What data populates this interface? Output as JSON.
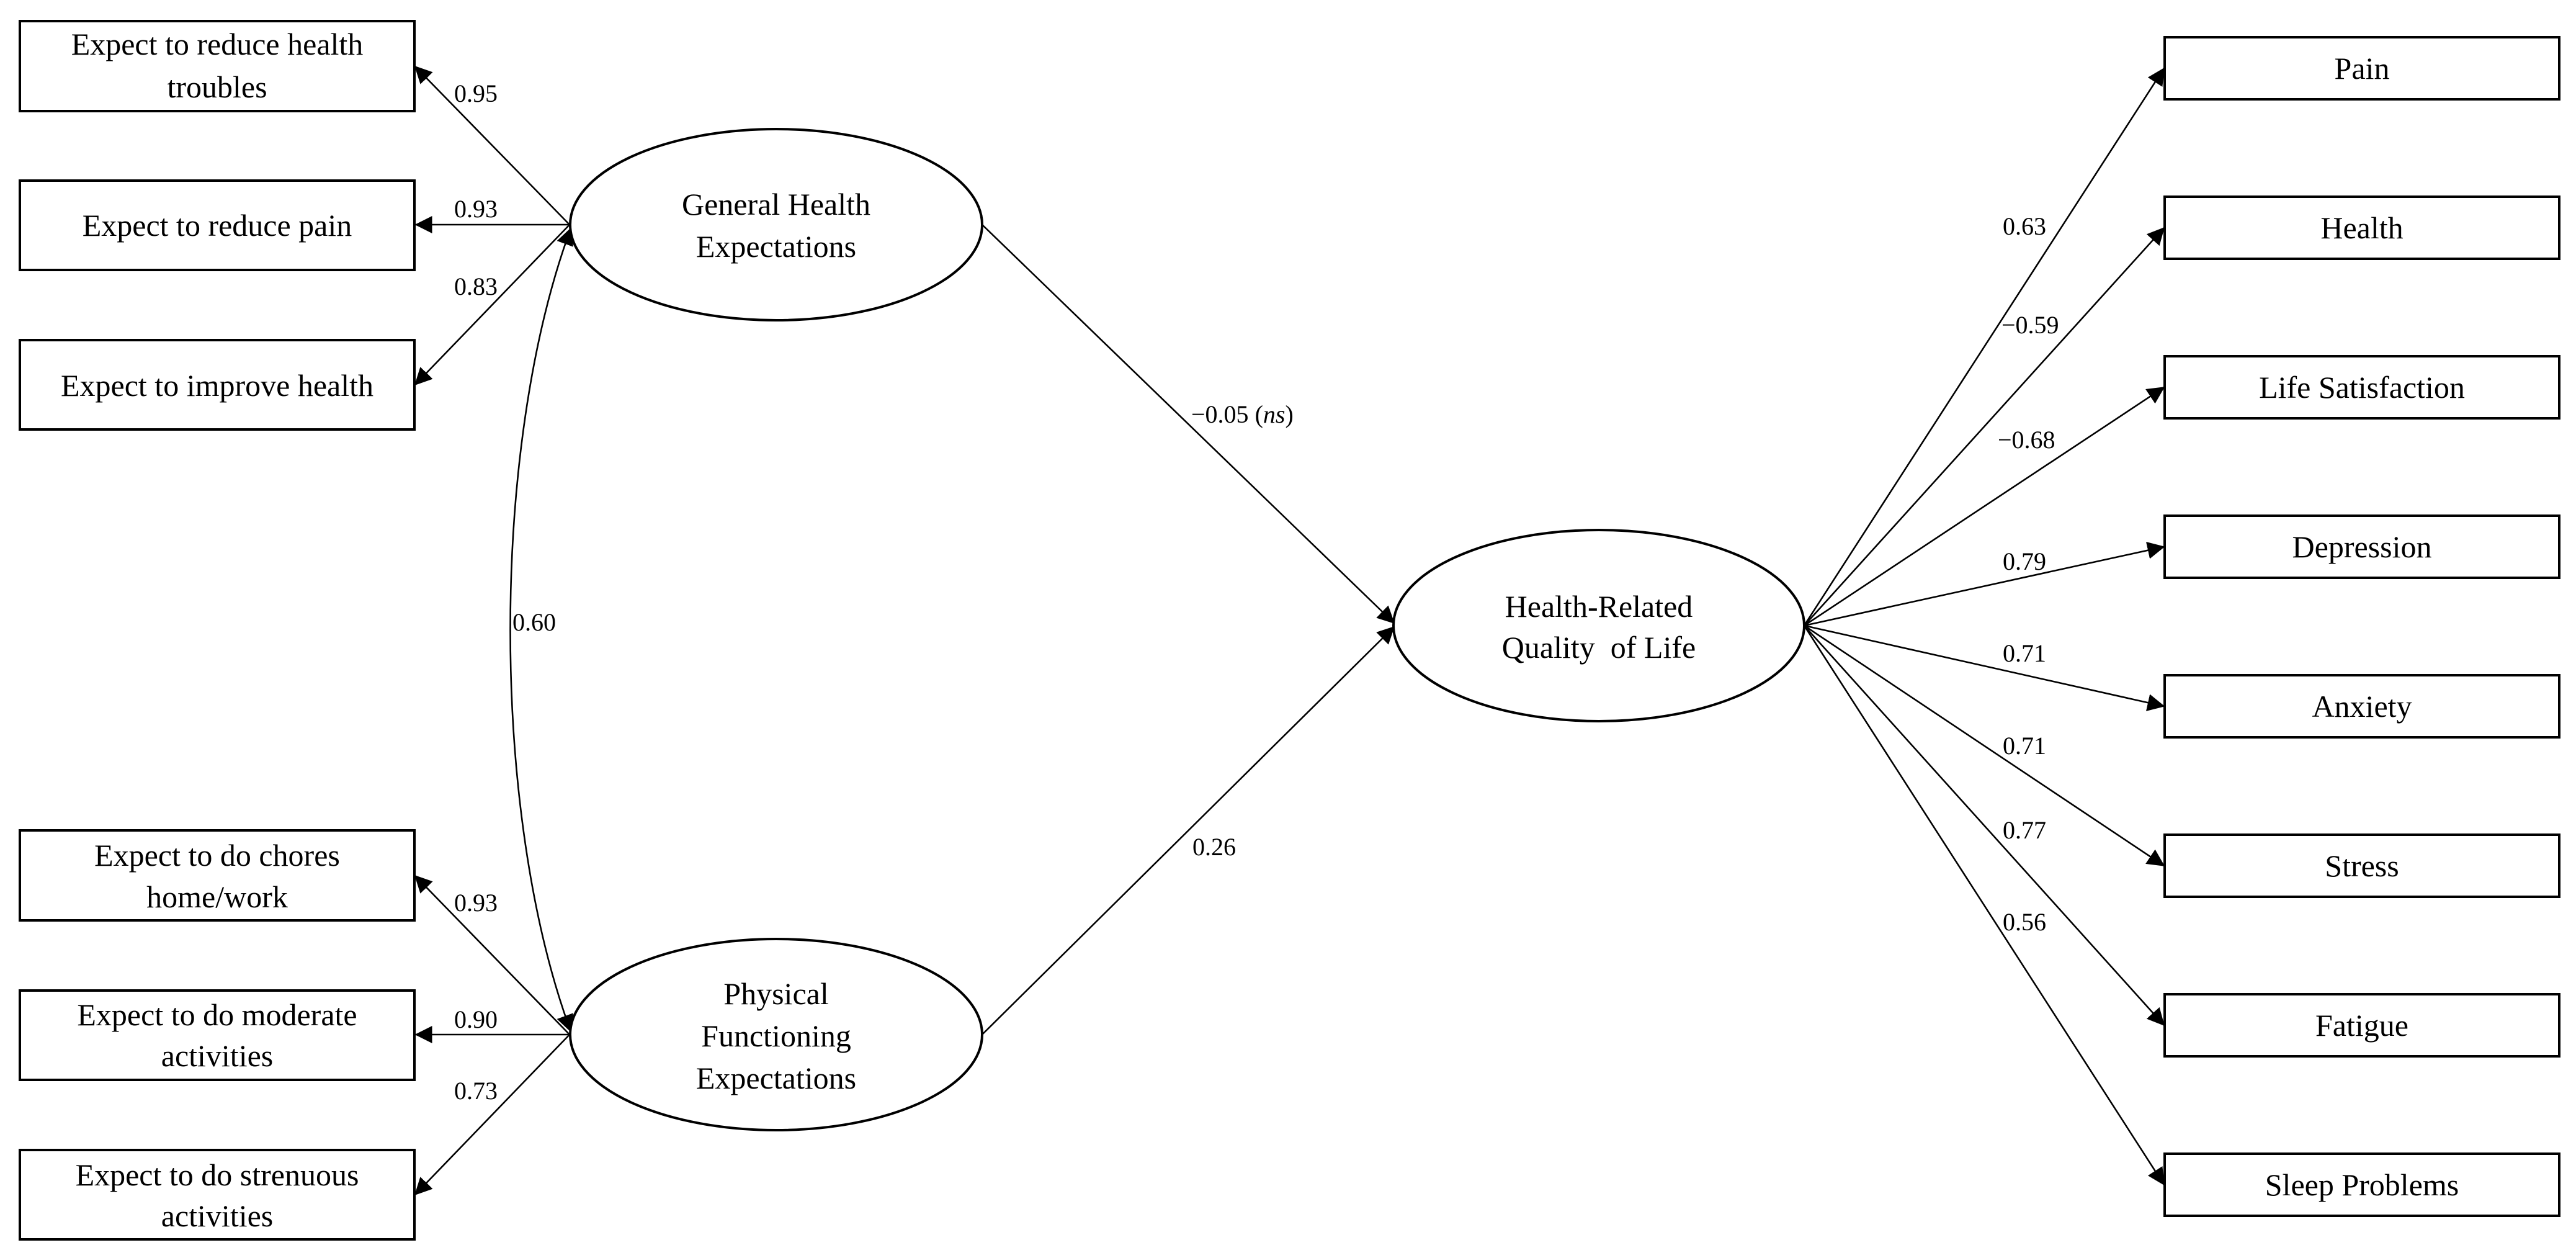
{
  "colors": {
    "ink": "#000000",
    "background": "#ffffff"
  },
  "latent": {
    "ghe": [
      "General Health",
      "Expectations"
    ],
    "pfe": [
      "Physical",
      "Functioning",
      "Expectations"
    ],
    "hrql": [
      "Health-Related",
      "Quality  of Life"
    ]
  },
  "indicators": {
    "ghe": [
      {
        "lines": [
          "Expect to reduce health",
          "troubles"
        ],
        "loading": "0.95"
      },
      {
        "lines": [
          "Expect to reduce pain"
        ],
        "loading": "0.93"
      },
      {
        "lines": [
          "Expect to improve health"
        ],
        "loading": "0.83"
      }
    ],
    "pfe": [
      {
        "lines": [
          "Expect to do chores",
          "home/work"
        ],
        "loading": "0.93"
      },
      {
        "lines": [
          "Expect to do moderate",
          "activities"
        ],
        "loading": "0.90"
      },
      {
        "lines": [
          "Expect to do strenuous",
          "activities"
        ],
        "loading": "0.73"
      }
    ],
    "hrql": [
      {
        "lines": [
          "Pain"
        ],
        "loading": "0.63"
      },
      {
        "lines": [
          "Health"
        ],
        "loading": "−0.59"
      },
      {
        "lines": [
          "Life Satisfaction"
        ],
        "loading": "−0.68"
      },
      {
        "lines": [
          "Depression"
        ],
        "loading": "0.79"
      },
      {
        "lines": [
          "Anxiety"
        ],
        "loading": "0.71"
      },
      {
        "lines": [
          "Stress"
        ],
        "loading": "0.71"
      },
      {
        "lines": [
          "Fatigue"
        ],
        "loading": "0.77"
      },
      {
        "lines": [
          "Sleep Problems"
        ],
        "loading": "0.56"
      }
    ]
  },
  "paths": {
    "ghe_to_hrql": {
      "value": "−0.05",
      "note": "ns"
    },
    "pfe_to_hrql": {
      "value": "0.26"
    },
    "correlation": {
      "value": "0.60"
    }
  }
}
